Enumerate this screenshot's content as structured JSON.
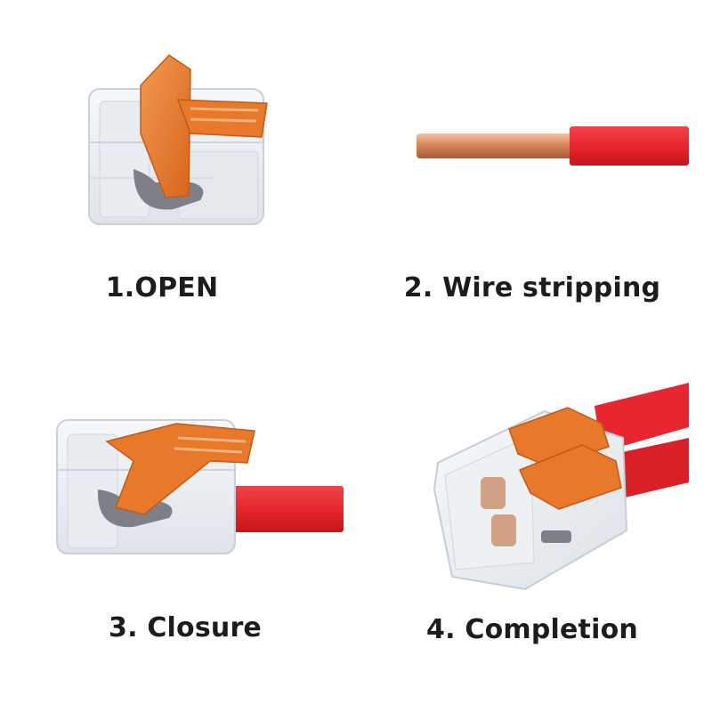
{
  "steps": [
    {
      "label": "1.OPEN"
    },
    {
      "label": "2. Wire stripping"
    },
    {
      "label": "3. Closure"
    },
    {
      "label": "4. Completion"
    }
  ],
  "colors": {
    "lever_orange": "#e8782a",
    "wire_red": "#e8262f",
    "copper": "#d9875b",
    "housing_clear": "#eef1f4",
    "clamp_grey": "#7d8187",
    "caption_text": "#1c1c1c"
  }
}
